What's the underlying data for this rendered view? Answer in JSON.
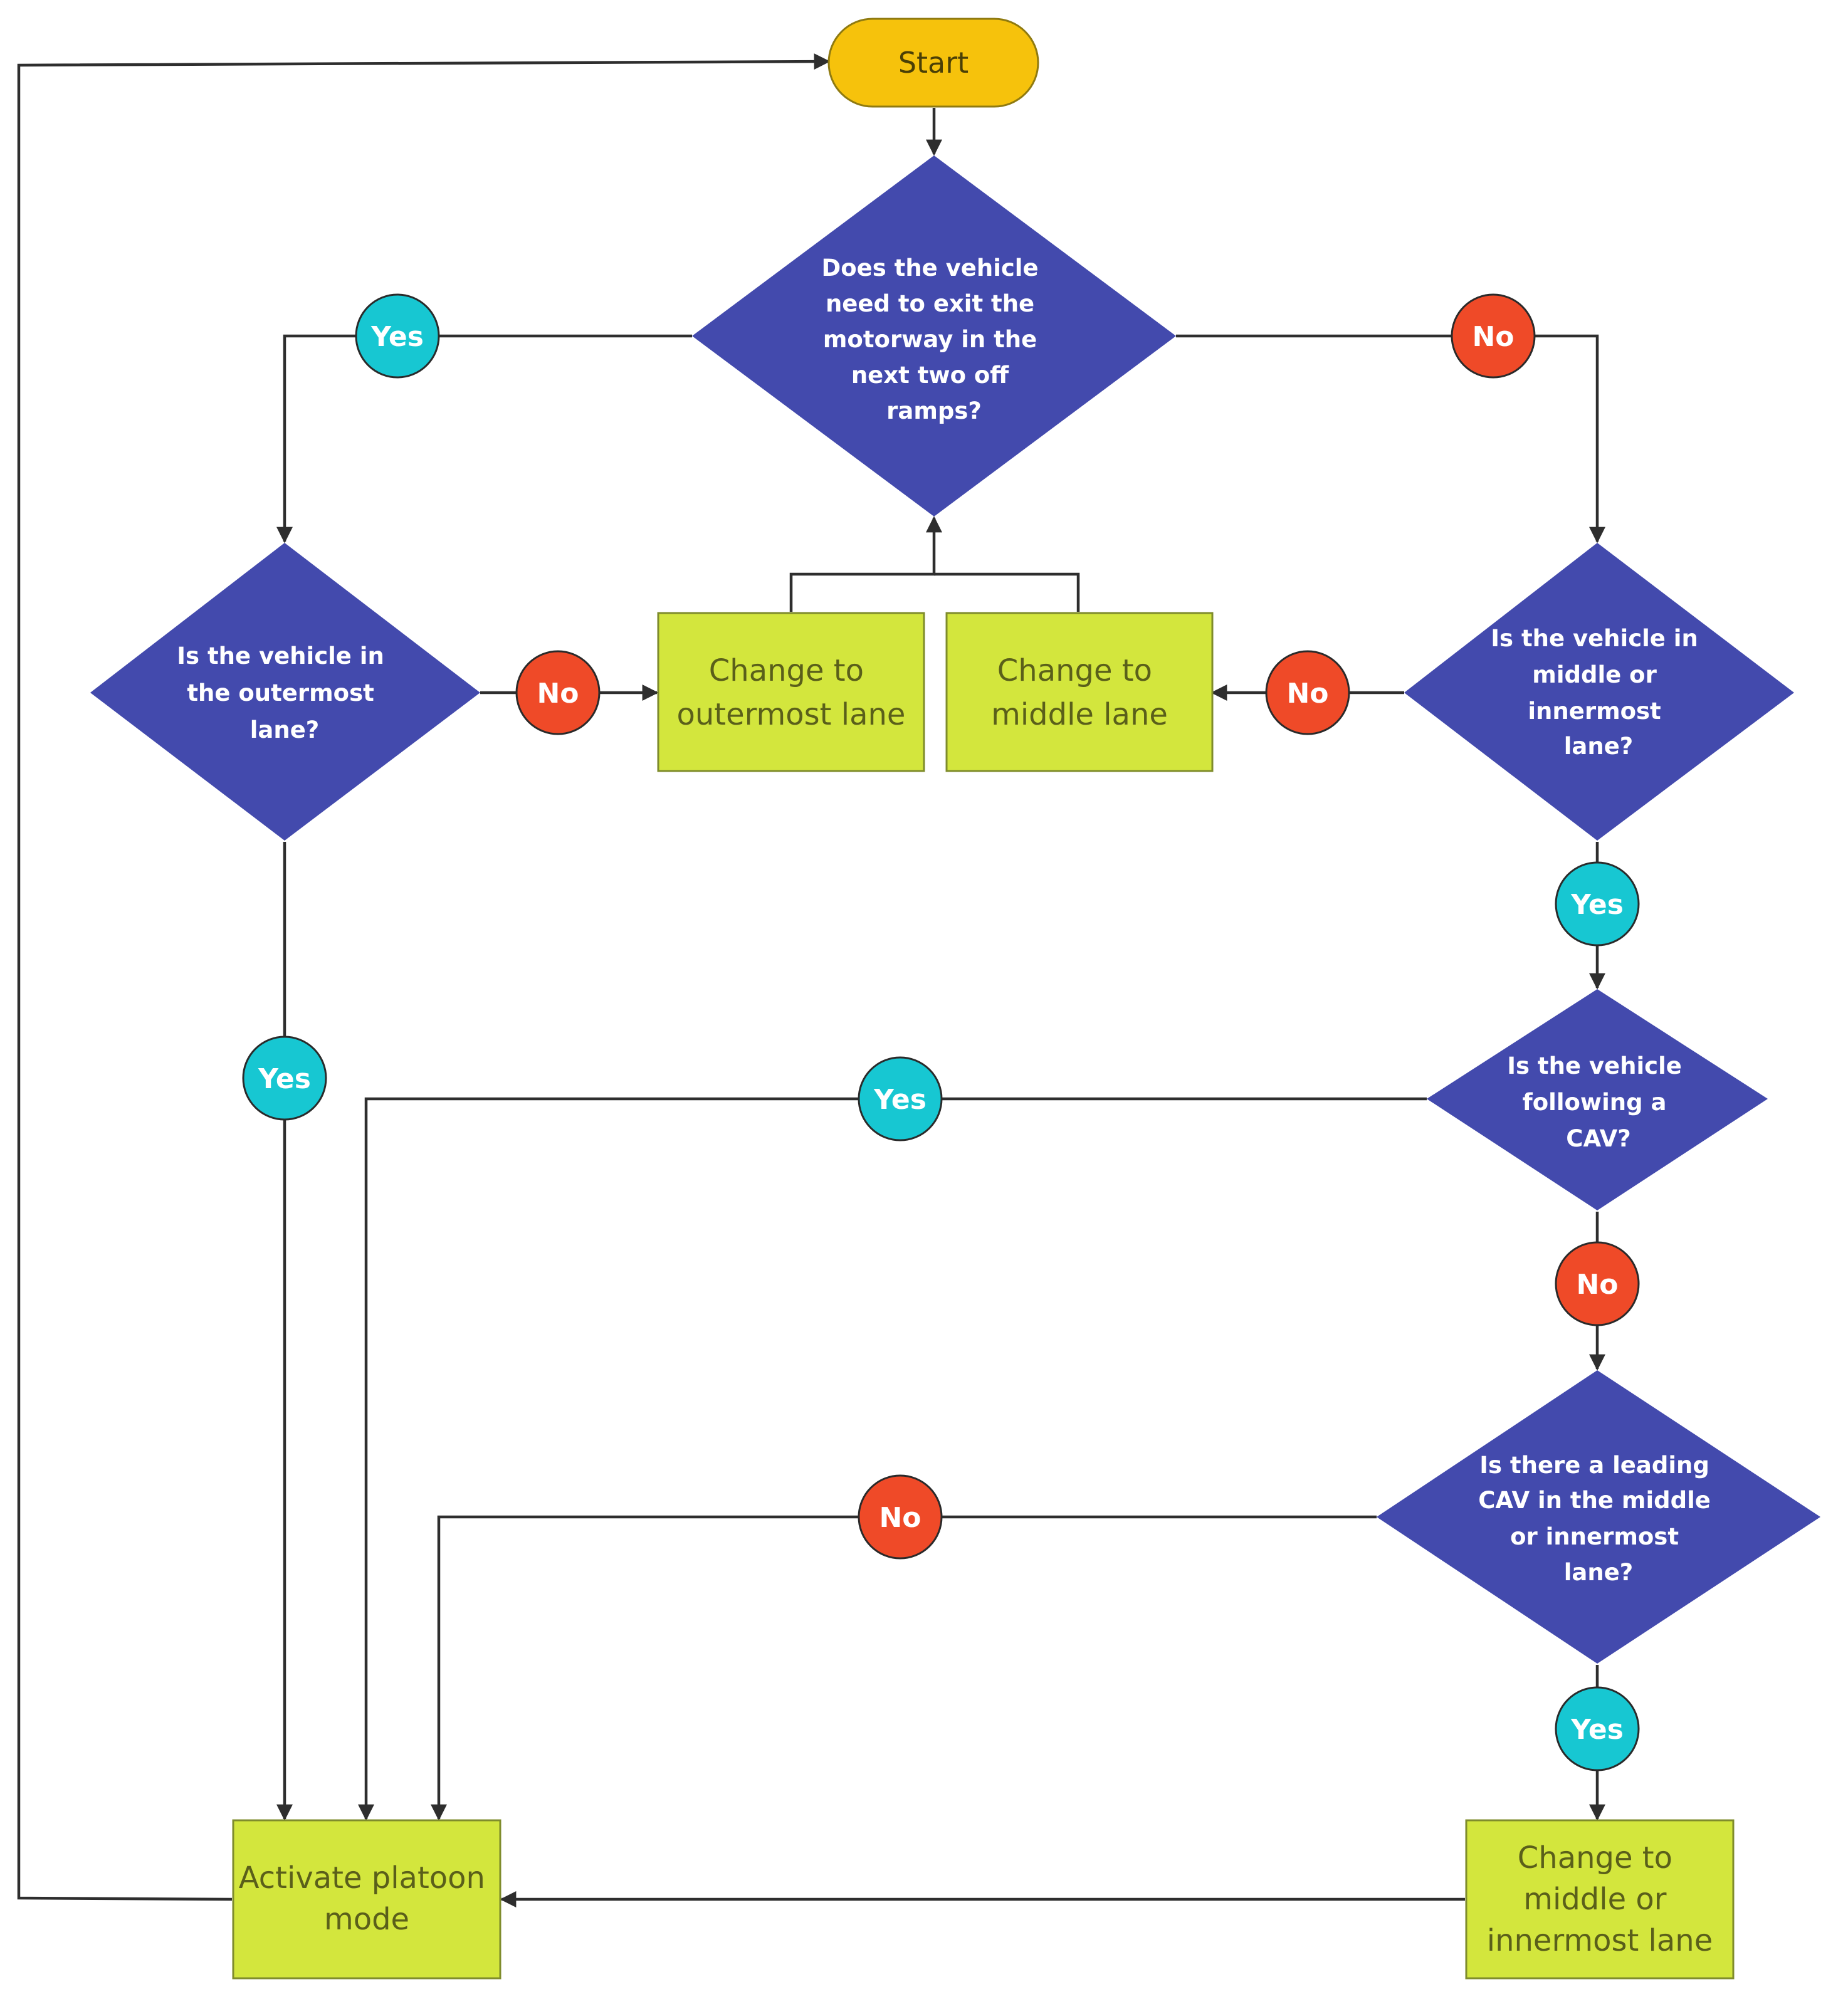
{
  "start": {
    "label": "Start"
  },
  "decisions": {
    "exit_motorway": [
      "Does the vehicle",
      "need to exit the",
      "motorway in the",
      "next two off",
      "ramps?"
    ],
    "outermost_lane": [
      "Is the vehicle in",
      "the outermost",
      "lane?"
    ],
    "middle_or_innermost": [
      "Is the vehicle in",
      "middle or",
      "innermost",
      "lane?"
    ],
    "following_cav": [
      "Is the vehicle",
      "following a",
      "CAV?"
    ],
    "leading_cav": [
      "Is there a leading",
      "CAV in the middle",
      "or innermost",
      "lane?"
    ]
  },
  "processes": {
    "change_outermost": [
      "Change to",
      "outermost lane"
    ],
    "change_middle": [
      "Change to",
      "middle lane"
    ],
    "activate_platoon": [
      "Activate platoon",
      "mode"
    ],
    "change_middle_or_innermost": [
      "Change to",
      "middle or",
      "innermost lane"
    ]
  },
  "branch_labels": {
    "yes": "Yes",
    "no": "No"
  },
  "colors": {
    "decision": "#434aad",
    "process": "#d3e63d",
    "start": "#f6c20c",
    "yes_badge": "#17c7d2",
    "no_badge": "#ef4a28",
    "connector": "#2e2e2e"
  }
}
